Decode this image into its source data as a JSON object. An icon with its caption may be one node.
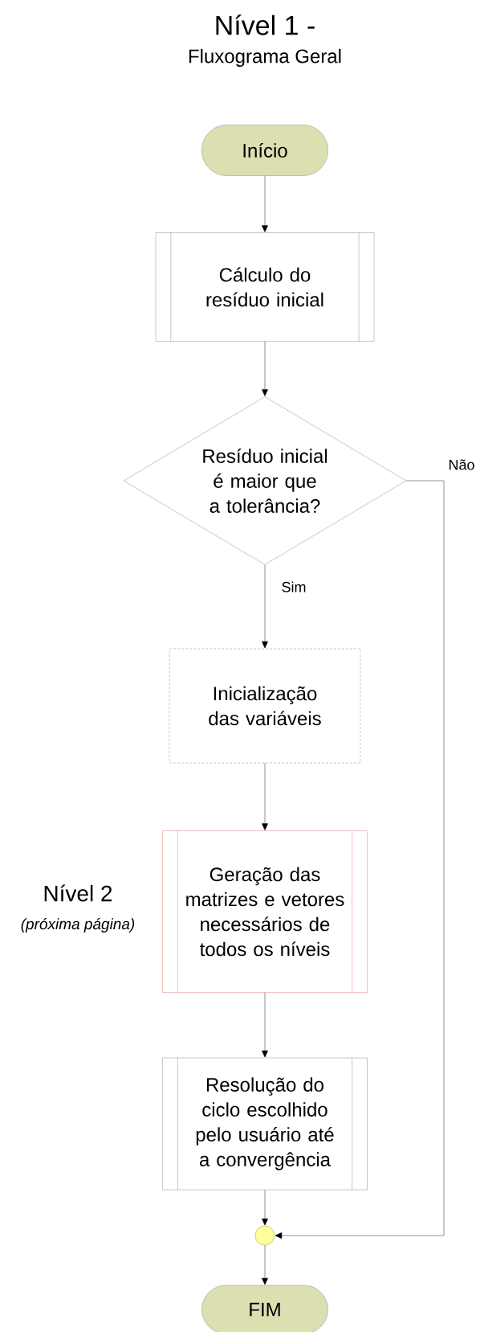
{
  "diagram": {
    "title": "Nível 1 -",
    "nodes": [
      {
        "text": [
          "Início"
        ]
      },
      {
        "text": [
          "Cálculo do resíduo inicial"
        ]
      },
      {
        "text": [
          "Resíduo inicial é maior que a tolerância?"
        ]
      },
      {
        "text": [
          "Inicialização das variáveis"
        ]
      },
      {
        "text": [
          "Geração das matrizes e vetores necessários de todos os níveis"
        ],
        "beside": [
          "Nível 2",
          "(próxima página)"
        ]
      },
      {
        "text": [
          "Resolução do ciclo escolhido pelo usuário até a convergência"
        ]
      },
      {
        "text": [],
        "shape": "circle"
      },
      {
        "text": [
          "FIM"
        ]
      }
    ],
    "edges": [
      {
        "from": 0,
        "to": 1,
        "arrow": "to"
      },
      {
        "from": 1,
        "to": 2,
        "arrow": "to"
      },
      {
        "from": 2,
        "to": 3,
        "arrow": "to",
        "label": "Sim"
      },
      {
        "from": 3,
        "to": 4,
        "arrow": "to"
      },
      {
        "from": 4,
        "to": 5,
        "arrow": "to"
      },
      {
        "from": 5,
        "to": 6,
        "arrow": "to"
      },
      {
        "from": 2,
        "to": 6,
        "arrow": "to",
        "label": "Não"
      },
      {
        "from": 6,
        "to": 7,
        "arrow": "to"
      }
    ],
    "labels": [
      "Fluxograma Geral"
    ]
  }
}
